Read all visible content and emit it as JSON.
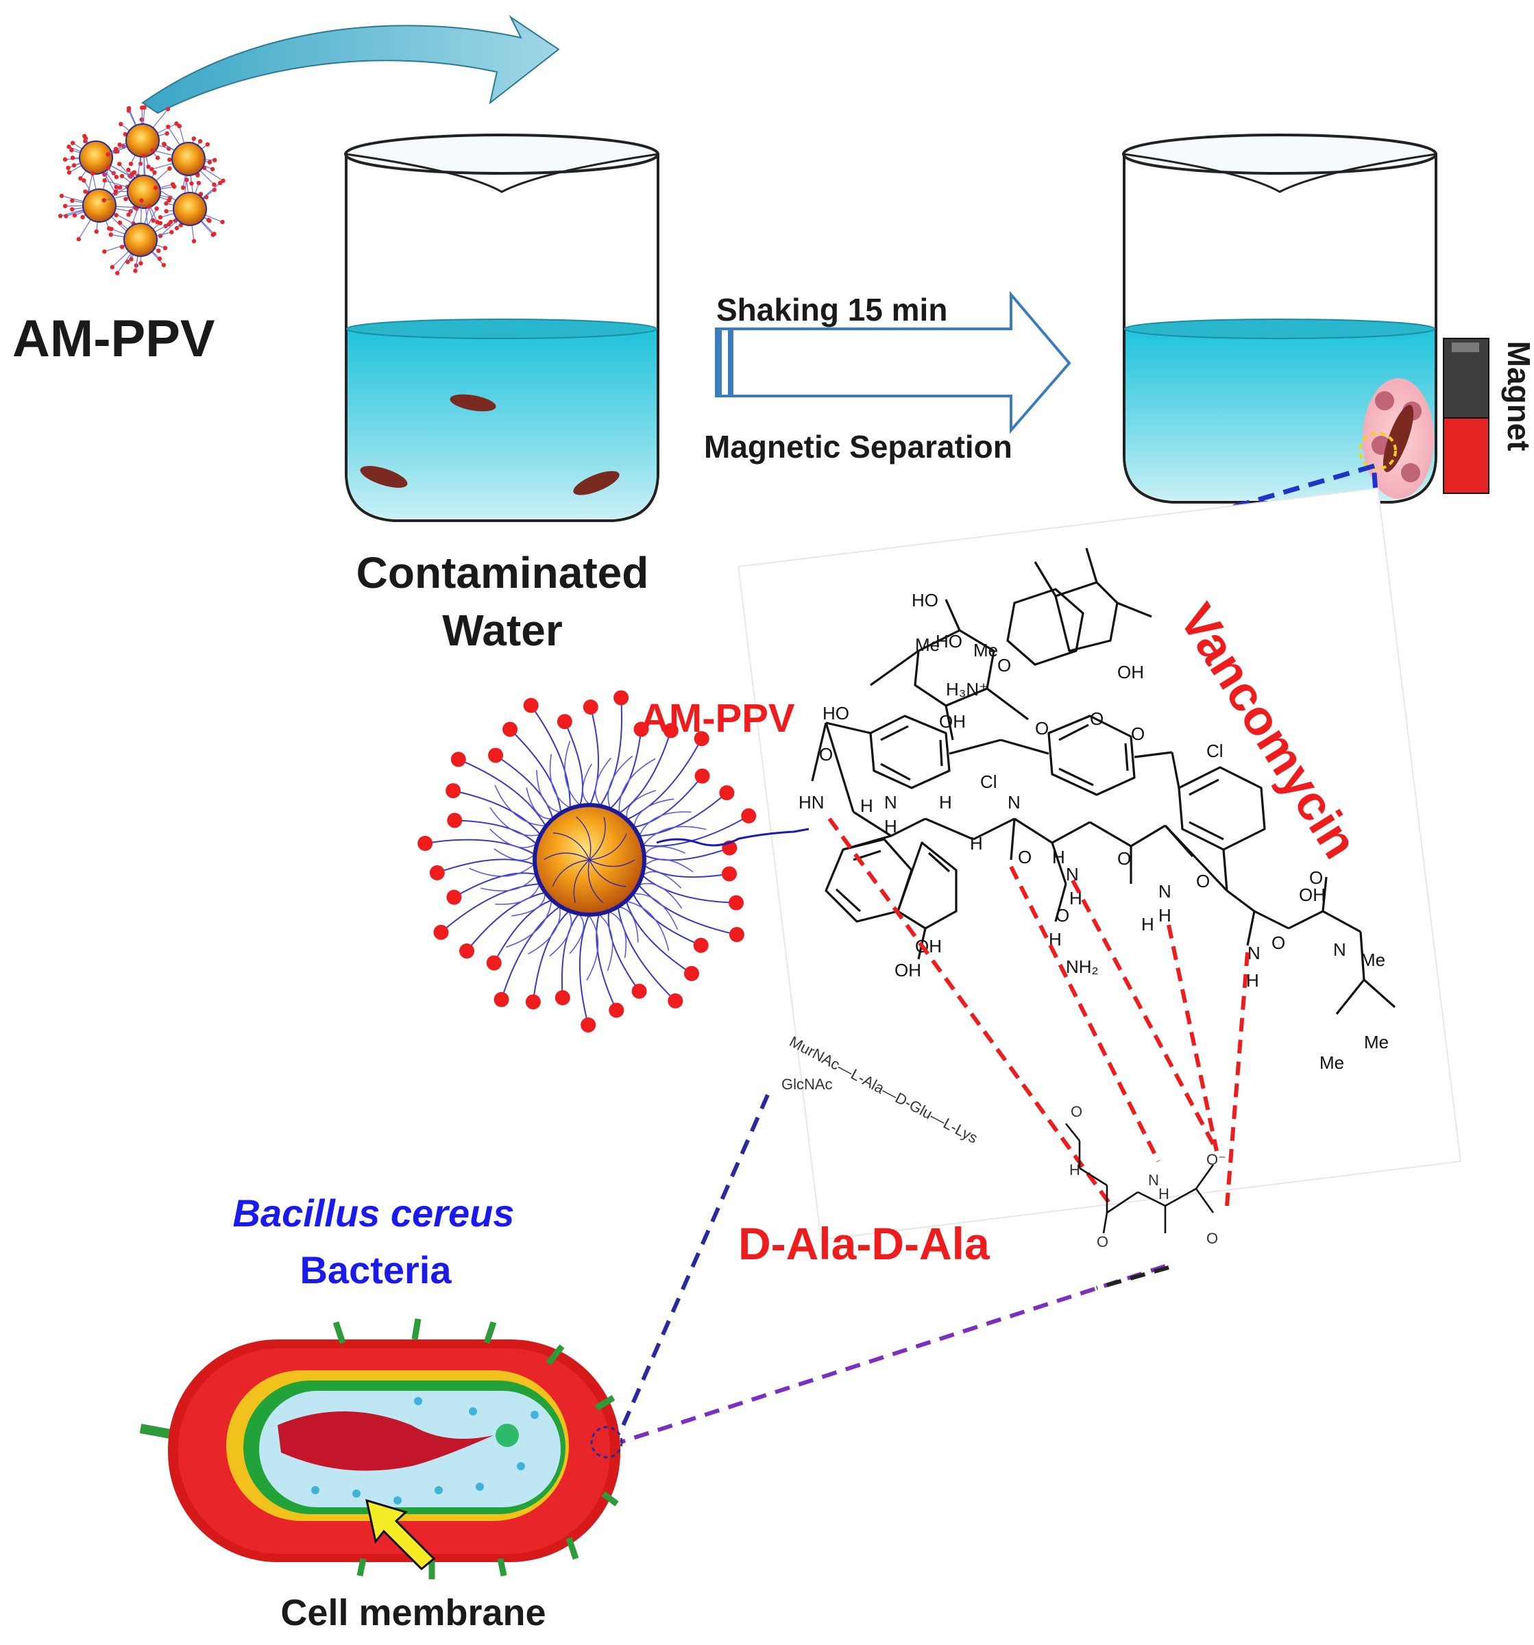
{
  "colors": {
    "water": "#38c9e0",
    "arrow_fill": "#7fc6d9",
    "red_label": "#ee1c1c",
    "blue_label": "#1a1aee",
    "bacterium_outer": "#e41a1a",
    "dashed_blue": "#2034c8",
    "dashed_red": "#ee1c1c"
  },
  "labels": {
    "am_ppv_top": "AM-PPV",
    "contaminated_line1": "Contaminated",
    "contaminated_line2": "Water",
    "shaking": "Shaking  15 min",
    "magnetic_separation": "Magnetic Separation",
    "magnet": "Magnet",
    "am_ppv_mid": "AM-PPV",
    "vancomycin": "Vancomycin",
    "d_ala": "D-Ala-D-Ala",
    "bacillus_line1": "Bacillus cereus",
    "bacillus_line2": "Bacteria",
    "cell_membrane": "Cell membrane"
  },
  "chem_labels": {
    "ho1": "HO",
    "ho2": "HO",
    "oh1": "OH",
    "me1": "Me",
    "me2": "Me",
    "o1": "O",
    "h3n": "H₃N⁺",
    "oh2": "OH",
    "ho3": "HO",
    "o2": "O",
    "o3": "O",
    "o4": "O",
    "cl1": "Cl",
    "cl2": "Cl",
    "hn1": "HN",
    "h1": "H",
    "n1": "N",
    "h2": "H",
    "h3": "H",
    "o5": "O",
    "n2": "N",
    "h4": "H",
    "o6": "O",
    "h5": "H",
    "n3": "N",
    "h6": "H",
    "o7": "O",
    "h7": "H",
    "o8": "O",
    "n4": "N",
    "h8": "H",
    "oh3": "OH",
    "o9": "O",
    "oh4": "OH",
    "oh5": "OH",
    "nh2": "NH₂",
    "h9": "H",
    "o10": "O",
    "n5": "N",
    "h10": "H",
    "n6": "N",
    "me3": "Me",
    "me4": "Me",
    "me5": "Me",
    "o11": "O"
  },
  "dalala_labels": {
    "murnac": "MurNAc—L-Ala—D-Glu—L-Lys",
    "glcnac": "GlcNAc",
    "o1": "O",
    "hn": "H",
    "n": "N",
    "h": "H",
    "o2": "O",
    "o3": "O",
    "om": "O⁻"
  }
}
